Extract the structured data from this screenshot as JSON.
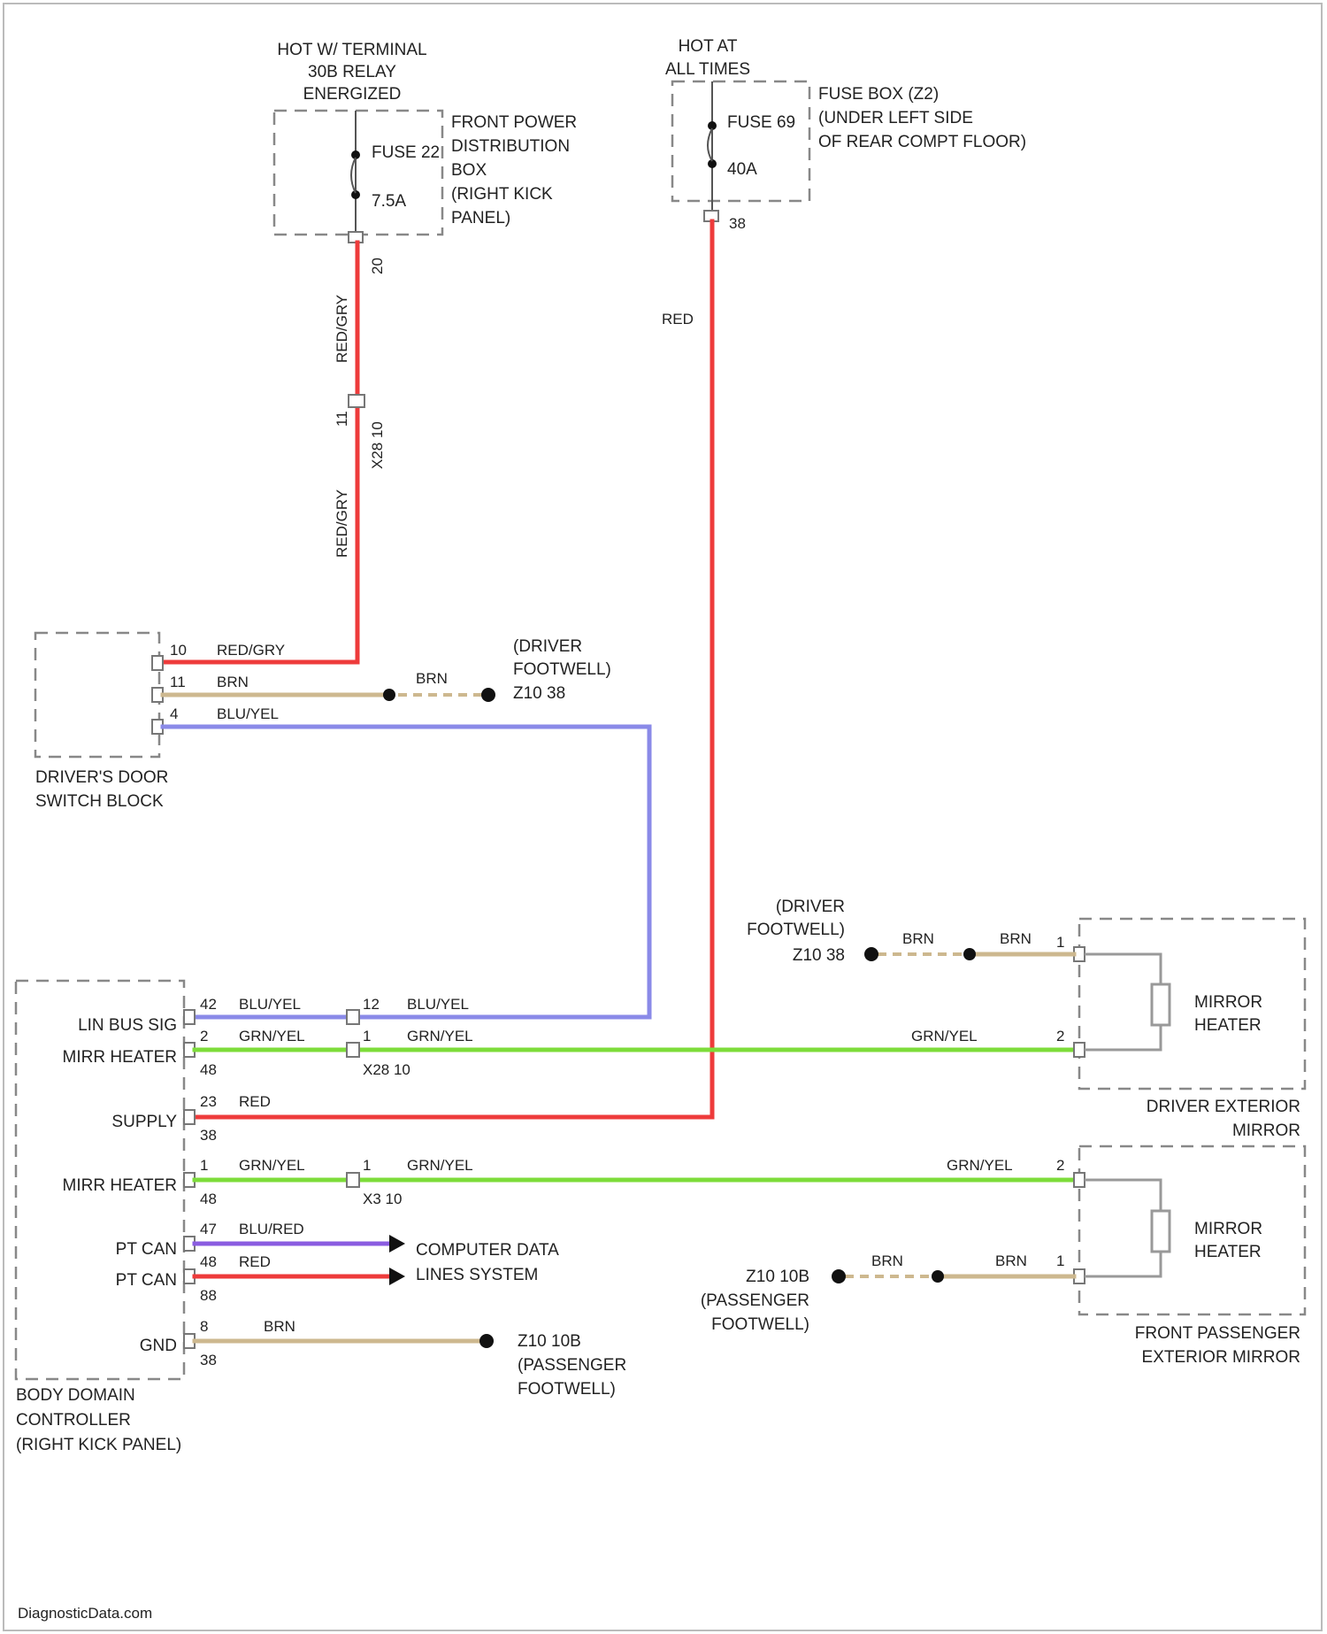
{
  "colors": {
    "red": "#ee3b3b",
    "green": "#7ddc3a",
    "blue": "#8a8ae8",
    "brown": "#cdb88f",
    "blue_red": "#8a5ce0",
    "border": "#888888"
  },
  "sources": {
    "terminal30b": [
      "HOT W/ TERMINAL",
      "30B RELAY",
      "ENERGIZED"
    ],
    "hot_at_all_times": [
      "HOT AT",
      "ALL TIMES"
    ]
  },
  "front_pdb": {
    "fuse_name": "FUSE 22",
    "fuse_rating": "7.5A",
    "label": [
      "FRONT POWER",
      "DISTRIBUTION",
      "BOX",
      "(RIGHT KICK",
      "PANEL)"
    ],
    "gauge_out": "20",
    "wire_color": "RED/GRY"
  },
  "rear_fuse_box": {
    "fuse_name": "FUSE 69",
    "fuse_rating": "40A",
    "label": [
      "FUSE BOX (Z2)",
      "(UNDER LEFT SIDE",
      "OF REAR COMPT FLOOR)"
    ],
    "gauge_out": "38",
    "wire_color": "RED"
  },
  "inline_connector": {
    "pin": "11",
    "name": "X28 10"
  },
  "drivers_switch": {
    "label": [
      "DRIVER'S DOOR",
      "SWITCH BLOCK"
    ],
    "pins": [
      {
        "pin": "10",
        "color": "RED/GRY"
      },
      {
        "pin": "11",
        "color": "BRN"
      },
      {
        "pin": "4",
        "color": "BLU/YEL"
      }
    ],
    "ground_wire": "BRN",
    "ground_label": [
      "(DRIVER",
      "FOOTWELL)",
      "Z10 38"
    ]
  },
  "bdc": {
    "label": [
      "BODY DOMAIN",
      "CONTROLLER",
      "(RIGHT KICK PANEL)"
    ],
    "pins": [
      {
        "name": "LIN BUS SIG",
        "pin": "42",
        "color": "BLU/YEL",
        "gauge": ""
      },
      {
        "name": "MIRR HEATER",
        "pin": "2",
        "color": "GRN/YEL",
        "gauge": "48"
      },
      {
        "name": "SUPPLY",
        "pin": "23",
        "color": "RED",
        "gauge": "38"
      },
      {
        "name": "MIRR HEATER",
        "pin": "1",
        "color": "GRN/YEL",
        "gauge": "48"
      },
      {
        "name": "PT CAN",
        "pin": "47",
        "color": "BLU/RED",
        "gauge": ""
      },
      {
        "name": "PT CAN",
        "pin": "48",
        "color": "RED",
        "gauge": "88"
      },
      {
        "name": "GND",
        "pin": "8",
        "color": "BRN",
        "gauge": "38"
      }
    ]
  },
  "connectors": {
    "lin": {
      "pin": "12",
      "color": "BLU/YEL"
    },
    "x28": {
      "pin": "1",
      "color": "GRN/YEL",
      "name": "X28 10"
    },
    "x3": {
      "pin": "1",
      "color": "GRN/YEL",
      "name": "X3 10"
    }
  },
  "computer_data": [
    "COMPUTER DATA",
    "LINES SYSTEM"
  ],
  "bdc_ground": {
    "label": [
      "Z10 10B",
      "(PASSENGER",
      "FOOTWELL)"
    ]
  },
  "driver_mirror": {
    "heater": [
      "MIRROR",
      "HEATER"
    ],
    "label": [
      "DRIVER EXTERIOR",
      "MIRROR"
    ],
    "pin1": "1",
    "pin2": "2",
    "wire_green": "GRN/YEL",
    "ground_label": [
      "(DRIVER",
      "FOOTWELL)",
      "Z10 38"
    ],
    "brn_left": "BRN",
    "brn_right": "BRN"
  },
  "passenger_mirror": {
    "heater": [
      "MIRROR",
      "HEATER"
    ],
    "label": [
      "FRONT PASSENGER",
      "EXTERIOR MIRROR"
    ],
    "pin1": "1",
    "pin2": "2",
    "wire_green": "GRN/YEL",
    "ground_label": [
      "Z10 10B",
      "(PASSENGER",
      "FOOTWELL)"
    ],
    "brn_left": "BRN",
    "brn_right": "BRN"
  },
  "watermark": "DiagnosticData.com"
}
